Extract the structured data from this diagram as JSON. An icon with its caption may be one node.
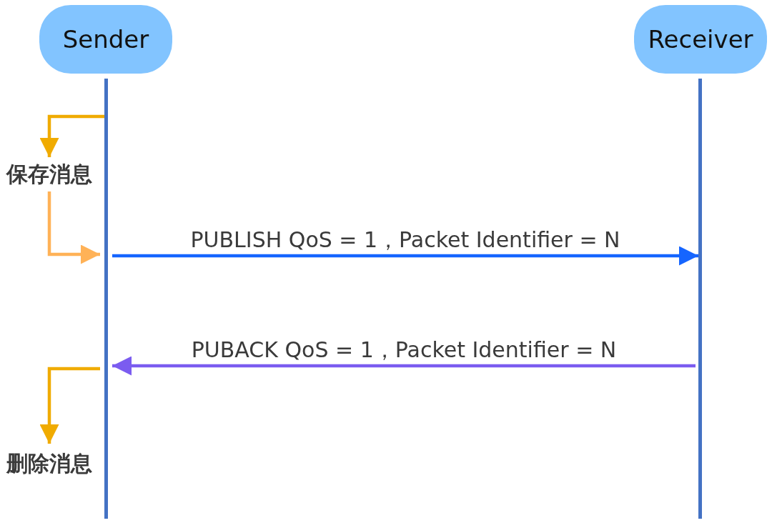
{
  "diagram": {
    "nodes": [
      {
        "text": [
          "Sender"
        ]
      },
      {
        "text": [
          "Receiver"
        ]
      },
      {
        "text": [],
        "shape": "bar"
      },
      {
        "text": [],
        "shape": "bar"
      },
      {
        "text": [
          "保存消息"
        ]
      },
      {
        "text": [
          "删除消息"
        ]
      }
    ],
    "edges": [
      {
        "from": 2,
        "to": 4,
        "arrow": "to",
        "color": "#f0ab00"
      },
      {
        "from": 4,
        "to": 2,
        "arrow": "to",
        "color": "#ffb257"
      },
      {
        "from": 2,
        "to": 3,
        "arrow": "to",
        "label": "PUBLISH QoS = 1，Packet Identifier = N",
        "color": "#1565ff"
      },
      {
        "from": 3,
        "to": 2,
        "arrow": "to",
        "label": "PUBACK QoS = 1，Packet Identifier = N",
        "color": "#7b5cf0"
      },
      {
        "from": 2,
        "to": 5,
        "arrow": "to",
        "color": "#f0ab00"
      }
    ]
  }
}
